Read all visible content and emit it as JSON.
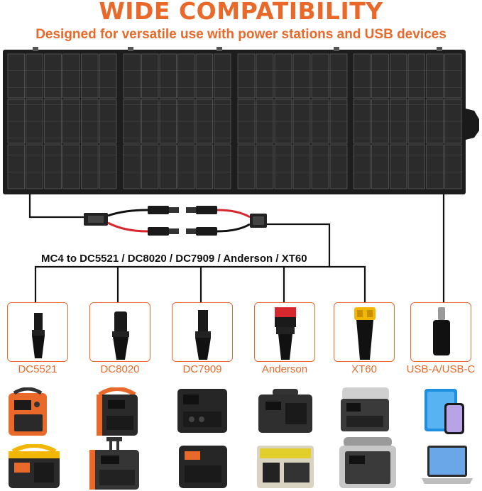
{
  "header": {
    "title": "WIDE COMPATIBILITY",
    "subtitle": "Designed for versatile use with power stations and USB devices"
  },
  "cable": {
    "label": "MC4 to DC5521 / DC8020 / DC7909 / Anderson / XT60"
  },
  "connectors": [
    {
      "label": "DC5521"
    },
    {
      "label": "DC8020"
    },
    {
      "label": "DC7909"
    },
    {
      "label": "Anderson"
    },
    {
      "label": "XT60"
    },
    {
      "label": "USB-A/USB-C"
    }
  ],
  "theme": {
    "accent": "#e8692a",
    "panel_frame": "#1d1d1d",
    "panel_cell": "#2b2b2b",
    "cable_red": "#d7282f"
  }
}
